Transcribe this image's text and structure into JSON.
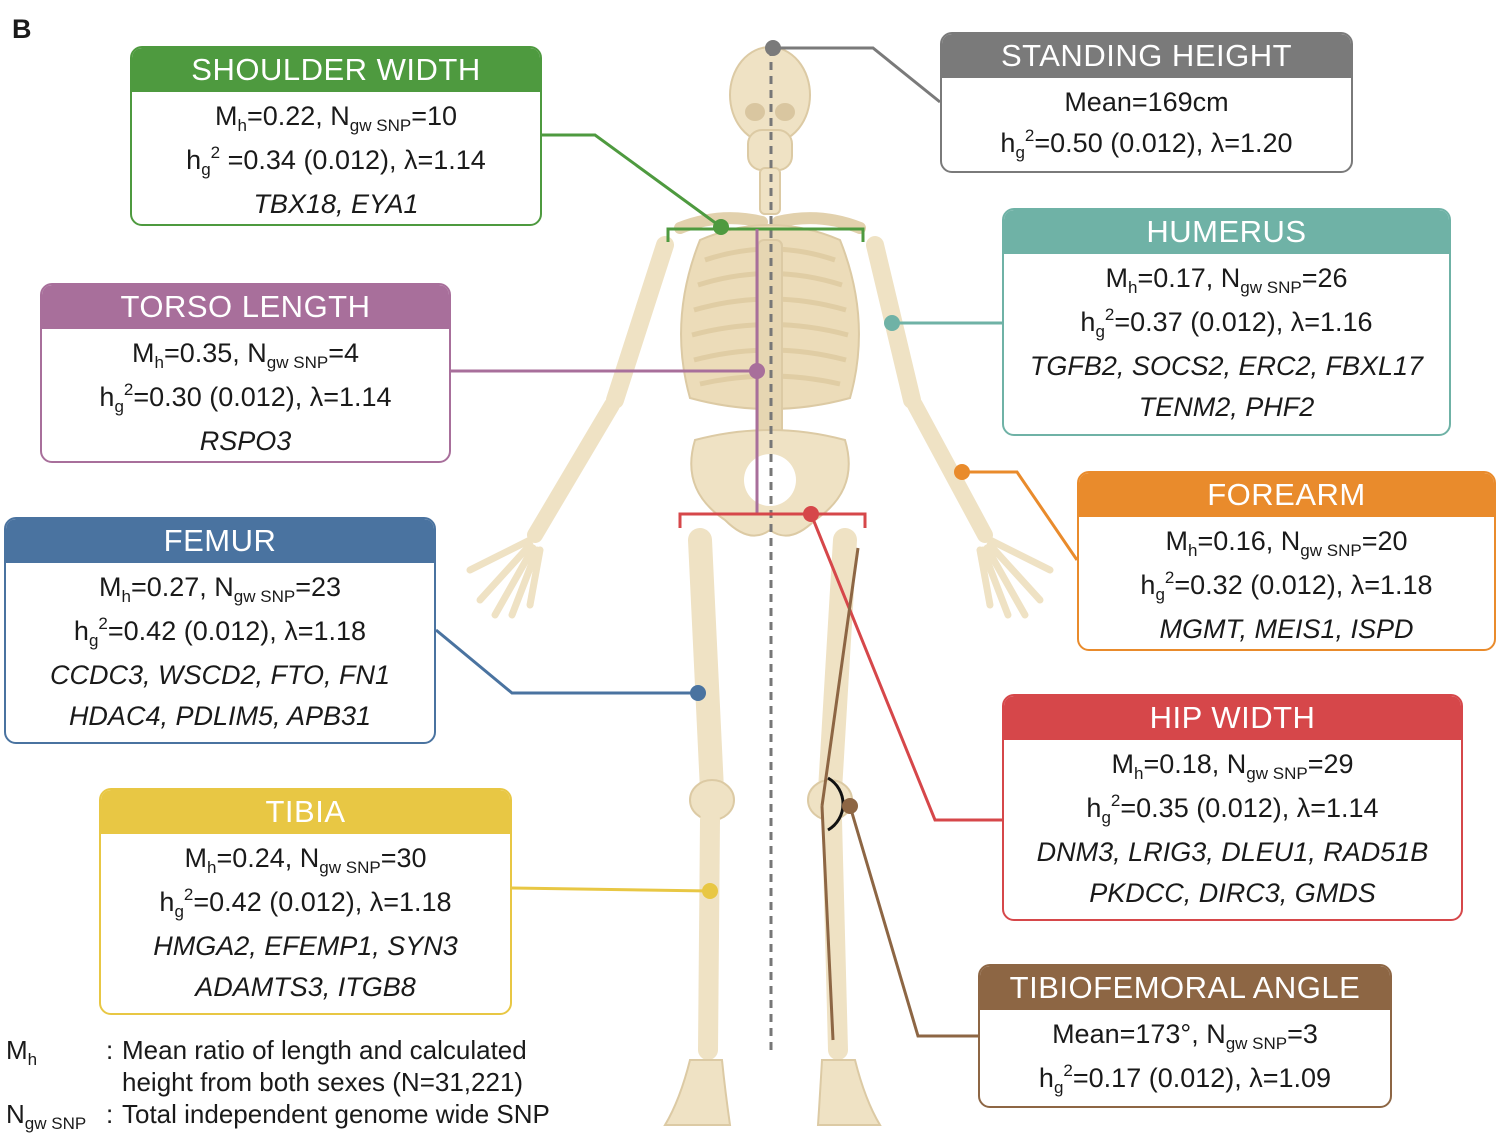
{
  "panel_label": "B",
  "colors": {
    "shoulder": "#4e9a3f",
    "torso": "#a86f9b",
    "femur": "#4a73a0",
    "tibia": "#e8c744",
    "standing": "#7a7a7a",
    "humerus": "#6fb2a6",
    "forearm": "#e98b2c",
    "hip": "#d6474a",
    "angle": "#8d6644",
    "midline": "#777777",
    "bone": "#efe2c4",
    "bone_shadow": "#e2d1ad"
  },
  "cards": {
    "shoulder": {
      "title": "SHOULDER WIDTH",
      "mh_label": "M",
      "mh_sub": "h",
      "mh_value": "=0.22, N",
      "n_sub": "gw SNP",
      "n_value": "=10",
      "h_label": "h",
      "h_sub": "g",
      "h_sup": "2",
      "h_value": " =0.34 (0.012), λ=1.14",
      "genes1": "TBX18, EYA1"
    },
    "torso": {
      "title": "TORSO LENGTH",
      "mh_label": "M",
      "mh_sub": "h",
      "mh_value": "=0.35, N",
      "n_sub": "gw SNP",
      "n_value": "=4",
      "h_label": "h",
      "h_sub": "g",
      "h_sup": "2",
      "h_value": "=0.30 (0.012), λ=1.14",
      "genes1": "RSPO3"
    },
    "femur": {
      "title": "FEMUR",
      "mh_label": "M",
      "mh_sub": "h",
      "mh_value": "=0.27, N",
      "n_sub": "gw SNP",
      "n_value": "=23",
      "h_label": "h",
      "h_sub": "g",
      "h_sup": "2",
      "h_value": "=0.42 (0.012), λ=1.18",
      "genes1": "CCDC3, WSCD2, FTO, FN1",
      "genes2": "HDAC4, PDLIM5, APB31"
    },
    "tibia": {
      "title": "TIBIA",
      "mh_label": "M",
      "mh_sub": "h",
      "mh_value": "=0.24, N",
      "n_sub": "gw SNP",
      "n_value": "=30",
      "h_label": "h",
      "h_sub": "g",
      "h_sup": "2",
      "h_value": "=0.42 (0.012), λ=1.18",
      "genes1": "HMGA2, EFEMP1, SYN3",
      "genes2": "ADAMTS3, ITGB8"
    },
    "standing": {
      "title": "STANDING HEIGHT",
      "line1": "Mean=169cm",
      "h_label": "h",
      "h_sub": "g",
      "h_sup": "2",
      "h_value": "=0.50 (0.012), λ=1.20"
    },
    "humerus": {
      "title": "HUMERUS",
      "mh_label": "M",
      "mh_sub": "h",
      "mh_value": "=0.17, N",
      "n_sub": "gw SNP",
      "n_value": "=26",
      "h_label": "h",
      "h_sub": "g",
      "h_sup": "2",
      "h_value": "=0.37 (0.012), λ=1.16",
      "genes1": "TGFB2, SOCS2, ERC2, FBXL17",
      "genes2": "TENM2, PHF2"
    },
    "forearm": {
      "title": "FOREARM",
      "mh_label": "M",
      "mh_sub": "h",
      "mh_value": "=0.16, N",
      "n_sub": "gw SNP",
      "n_value": "=20",
      "h_label": "h",
      "h_sub": "g",
      "h_sup": "2",
      "h_value": "=0.32 (0.012), λ=1.18",
      "genes1": "MGMT, MEIS1, ISPD"
    },
    "hip": {
      "title": "HIP WIDTH",
      "mh_label": "M",
      "mh_sub": "h",
      "mh_value": "=0.18, N",
      "n_sub": "gw SNP",
      "n_value": "=29",
      "h_label": "h",
      "h_sub": "g",
      "h_sup": "2",
      "h_value": "=0.35 (0.012), λ=1.14",
      "genes1": "DNM3, LRIG3, DLEU1, RAD51B",
      "genes2": "PKDCC, DIRC3, GMDS"
    },
    "angle": {
      "title": "TIBIOFEMORAL ANGLE",
      "mean_prefix": "Mean=173°, N",
      "n_sub": "gw SNP",
      "n_value": "=3",
      "h_label": "h",
      "h_sub": "g",
      "h_sup": "2",
      "h_value": "=0.17 (0.012), λ=1.09"
    }
  },
  "legend": {
    "mh_symbol": "M",
    "mh_sub": "h",
    "mh_line1": "Mean ratio of length and calculated",
    "mh_line2": "height from both sexes (N=31,221)",
    "n_symbol": "N",
    "n_sub": "gw SNP",
    "n_text": "Total independent genome wide SNP",
    "colon": ":"
  }
}
